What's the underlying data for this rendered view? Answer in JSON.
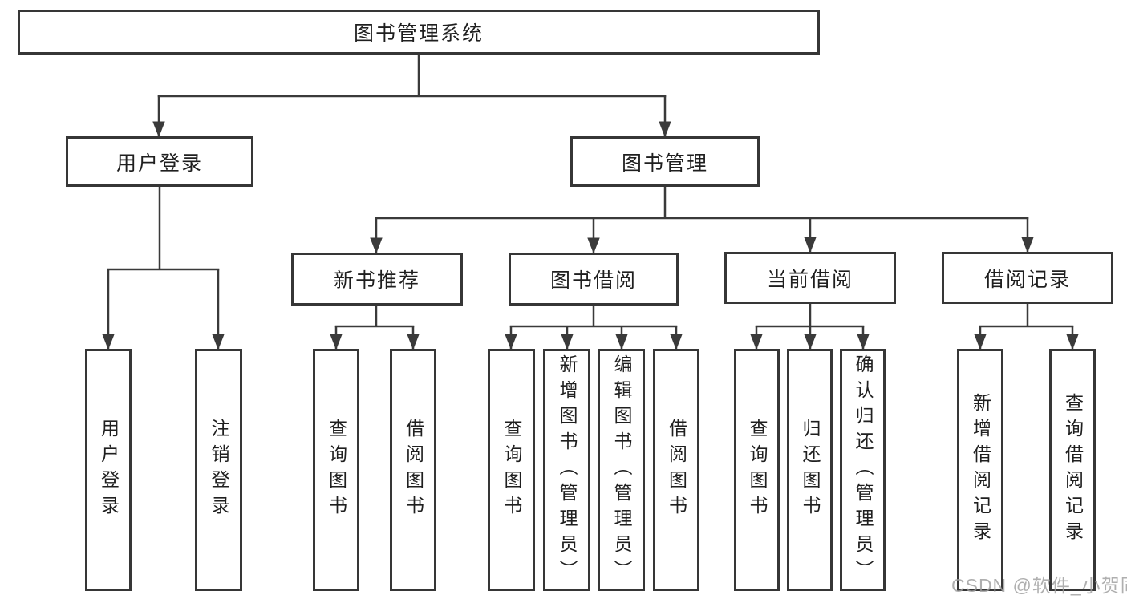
{
  "diagram_title": "图书管理系统",
  "colors": {
    "background": "#ffffff",
    "box_border": "#363636",
    "connector_line": "#3a3a3a",
    "text": "#1f1f1f",
    "watermark": "#9e9e9e"
  },
  "watermark": {
    "text": "CSDN @软件_小贺同学"
  },
  "tree": {
    "label": "图书管理系统",
    "children": [
      {
        "label": "用户登录",
        "children": [
          {
            "label": "用户登录"
          },
          {
            "label": "注销登录"
          }
        ]
      },
      {
        "label": "图书管理",
        "children": [
          {
            "label": "新书推荐",
            "children": [
              {
                "label": "查询图书"
              },
              {
                "label": "借阅图书"
              }
            ]
          },
          {
            "label": "图书借阅",
            "children": [
              {
                "label": "查询图书"
              },
              {
                "label": "新增图书（管理员）"
              },
              {
                "label": "编辑图书（管理员）"
              },
              {
                "label": "借阅图书"
              }
            ]
          },
          {
            "label": "当前借阅",
            "children": [
              {
                "label": "查询图书"
              },
              {
                "label": "归还图书"
              },
              {
                "label": "确认归还（管理员）"
              }
            ]
          },
          {
            "label": "借阅记录",
            "children": [
              {
                "label": "新增借阅记录"
              },
              {
                "label": "查询借阅记录"
              }
            ]
          }
        ]
      }
    ]
  }
}
